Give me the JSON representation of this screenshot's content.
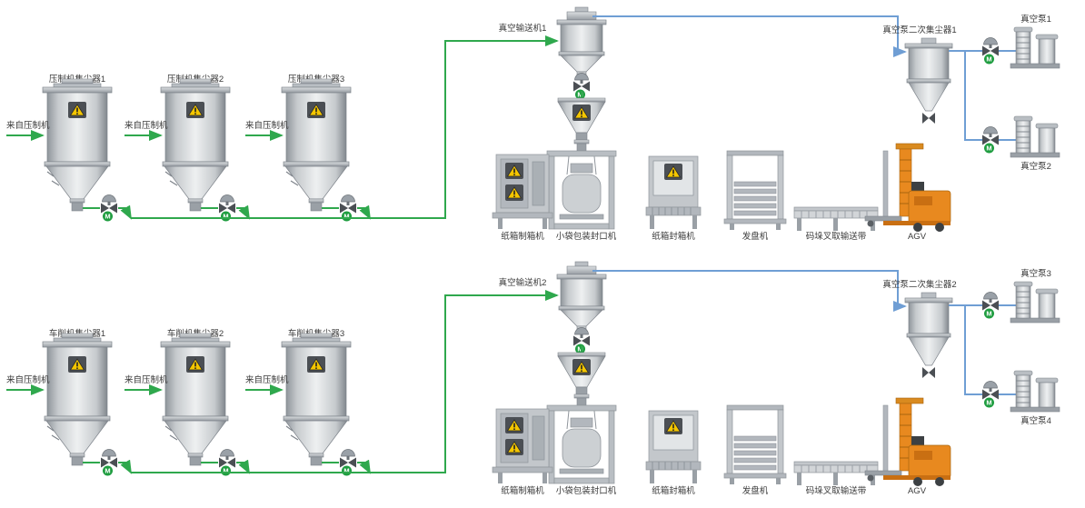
{
  "diagram": {
    "valve_motor_label": "M",
    "top": {
      "collectors": [
        {
          "label": "压制机集尘器1",
          "inlet_label": "来自压制机"
        },
        {
          "label": "压制机集尘器2",
          "inlet_label": "来自压制机"
        },
        {
          "label": "压制机集尘器3",
          "inlet_label": "来自压制机"
        }
      ],
      "conveyor_label": "真空输送机1",
      "secondary_collector_label": "真空泵二次集尘器1",
      "pump1_label": "真空泵1",
      "pump2_label": "真空泵2",
      "machine_labels": [
        "纸箱制箱机",
        "小袋包装封口机",
        "纸箱封箱机",
        "发盘机",
        "码垛叉取输送带",
        "AGV"
      ]
    },
    "bottom": {
      "collectors": [
        {
          "label": "车削机集尘器1",
          "inlet_label": "来自压制机"
        },
        {
          "label": "车削机集尘器2",
          "inlet_label": "来自压制机"
        },
        {
          "label": "车削机集尘器3",
          "inlet_label": "来自压制机"
        }
      ],
      "conveyor_label": "真空输送机2",
      "secondary_collector_label": "真空泵二次集尘器2",
      "pump1_label": "真空泵3",
      "pump2_label": "真空泵4",
      "machine_labels": [
        "纸箱制箱机",
        "小袋包装封口机",
        "纸箱封箱机",
        "发盘机",
        "码垛叉取输送带",
        "AGV"
      ]
    },
    "colors": {
      "pipe_green": "#2fa84d",
      "pipe_blue": "#6f9ed4",
      "warning_yellow": "#f4c600",
      "agv_orange": "#e8891f",
      "motor_badge_green": "#1f9d40"
    }
  }
}
